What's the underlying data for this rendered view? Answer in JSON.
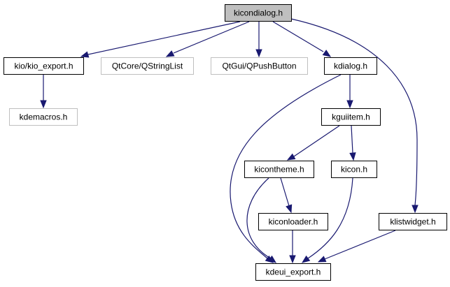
{
  "diagram": {
    "type": "include-dependency-graph",
    "colors": {
      "edge": "#191970",
      "root_fill": "#bfbfbf",
      "node_fill": "#ffffff",
      "node_border": "#000000",
      "external_border": "#bfbfbf"
    },
    "nodes": [
      {
        "id": "kicondialog",
        "label": "kicondialog.h",
        "kind": "root"
      },
      {
        "id": "kio_export",
        "label": "kio/kio_export.h",
        "kind": "documented"
      },
      {
        "id": "qstringlist",
        "label": "QtCore/QStringList",
        "kind": "external"
      },
      {
        "id": "qpushbutton",
        "label": "QtGui/QPushButton",
        "kind": "external"
      },
      {
        "id": "kdialog",
        "label": "kdialog.h",
        "kind": "documented"
      },
      {
        "id": "kdemacros",
        "label": "kdemacros.h",
        "kind": "external"
      },
      {
        "id": "kguiitem",
        "label": "kguiitem.h",
        "kind": "documented"
      },
      {
        "id": "kicontheme",
        "label": "kicontheme.h",
        "kind": "documented"
      },
      {
        "id": "kicon",
        "label": "kicon.h",
        "kind": "documented"
      },
      {
        "id": "kiconloader",
        "label": "kiconloader.h",
        "kind": "documented"
      },
      {
        "id": "klistwidget",
        "label": "klistwidget.h",
        "kind": "documented"
      },
      {
        "id": "kdeui_export",
        "label": "kdeui_export.h",
        "kind": "documented"
      }
    ],
    "edges": [
      {
        "from": "kicondialog",
        "to": "kio_export"
      },
      {
        "from": "kicondialog",
        "to": "qstringlist"
      },
      {
        "from": "kicondialog",
        "to": "qpushbutton"
      },
      {
        "from": "kicondialog",
        "to": "kdialog"
      },
      {
        "from": "kicondialog",
        "to": "klistwidget"
      },
      {
        "from": "kio_export",
        "to": "kdemacros"
      },
      {
        "from": "kdialog",
        "to": "kguiitem"
      },
      {
        "from": "kdialog",
        "to": "kdeui_export"
      },
      {
        "from": "kguiitem",
        "to": "kicontheme"
      },
      {
        "from": "kguiitem",
        "to": "kicon"
      },
      {
        "from": "kicontheme",
        "to": "kiconloader"
      },
      {
        "from": "kicontheme",
        "to": "kdeui_export"
      },
      {
        "from": "kicon",
        "to": "kdeui_export"
      },
      {
        "from": "kiconloader",
        "to": "kdeui_export"
      },
      {
        "from": "klistwidget",
        "to": "kdeui_export"
      }
    ]
  }
}
